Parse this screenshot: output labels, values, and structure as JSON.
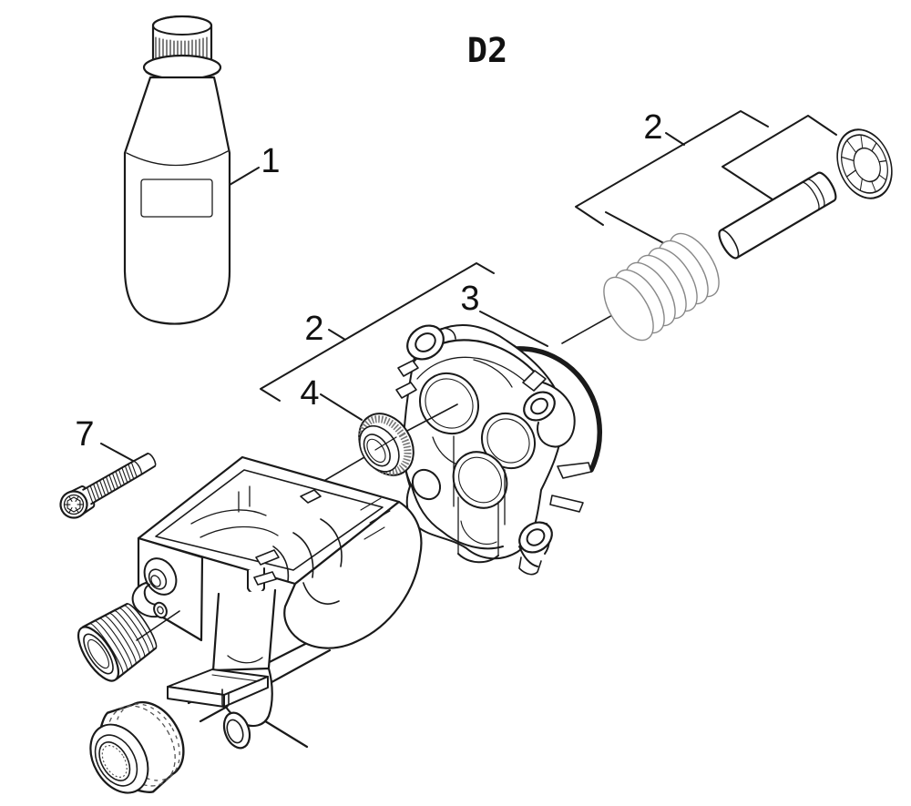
{
  "diagram": {
    "title": "D2",
    "callouts": {
      "bottle": "1",
      "pin_assembly": "2",
      "head_assembly": "2",
      "o_ring": "3",
      "seal": "4",
      "screw": "7"
    },
    "colors": {
      "background": "#ffffff",
      "line": "#1a1a1a",
      "light_line": "#888888"
    }
  }
}
